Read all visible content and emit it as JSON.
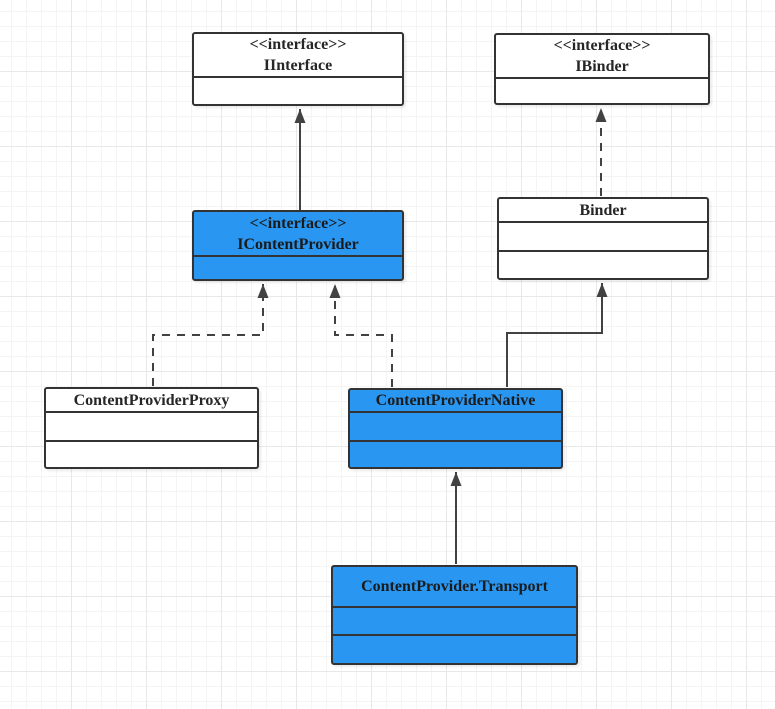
{
  "diagram": {
    "kind": "uml-class-diagram",
    "colors": {
      "node_fill_accent": "#2997F2",
      "node_fill_default": "#FFFFFF",
      "node_border": "#333333",
      "edge_stroke": "#424242",
      "text": "#262626",
      "canvas_grid_minor": "#F4F4F4",
      "canvas_grid_major": "#E8E8E8"
    },
    "nodes": [
      {
        "id": "iinterface",
        "stereotype": "<<interface>>",
        "name": "IInterface",
        "fill": "white",
        "compartments": 1
      },
      {
        "id": "ibinder",
        "stereotype": "<<interface>>",
        "name": "IBinder",
        "fill": "white",
        "compartments": 1
      },
      {
        "id": "icontentprovider",
        "stereotype": "<<interface>>",
        "name": "IContentProvider",
        "fill": "blue",
        "compartments": 1
      },
      {
        "id": "binder",
        "stereotype": "",
        "name": "Binder",
        "fill": "white",
        "compartments": 2
      },
      {
        "id": "contentproviderproxy",
        "stereotype": "",
        "name": "ContentProviderProxy",
        "fill": "white",
        "compartments": 2
      },
      {
        "id": "contentprovidernative",
        "stereotype": "",
        "name": "ContentProviderNative",
        "fill": "blue",
        "compartments": 2
      },
      {
        "id": "contentprovidertransport",
        "stereotype": "",
        "name": "ContentProvider.Transport",
        "fill": "blue",
        "compartments": 2
      }
    ],
    "edges": [
      {
        "from": "IContentProvider",
        "to": "IInterface",
        "line": "solid",
        "arrowhead": "triangle-up",
        "relation": "extends"
      },
      {
        "from": "Binder",
        "to": "IBinder",
        "line": "dashed",
        "arrowhead": "triangle-up",
        "relation": "implements"
      },
      {
        "from": "ContentProviderProxy",
        "to": "IContentProvider",
        "line": "dashed",
        "arrowhead": "triangle-up",
        "relation": "implements"
      },
      {
        "from": "ContentProviderNative",
        "to": "IContentProvider",
        "line": "dashed",
        "arrowhead": "triangle-up",
        "relation": "implements"
      },
      {
        "from": "ContentProviderNative",
        "to": "Binder",
        "line": "solid",
        "arrowhead": "triangle-up",
        "relation": "extends"
      },
      {
        "from": "ContentProvider.Transport",
        "to": "ContentProviderNative",
        "line": "solid",
        "arrowhead": "triangle-up",
        "relation": "extends"
      }
    ]
  }
}
